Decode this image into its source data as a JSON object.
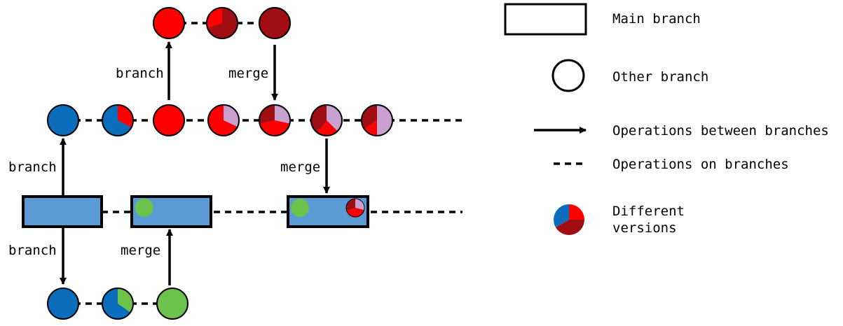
{
  "colors": {
    "main_blue": "#5b9bd5",
    "branch_blue": "#0a6ebd",
    "red": "#ff0000",
    "dark_red": "#a00d12",
    "pink": "#c9a0d0",
    "green": "#6cc24a"
  },
  "labels": {
    "branch_a": "branch",
    "merge_a": "merge",
    "branch_b": "branch",
    "merge_b": "merge",
    "branch_c": "branch",
    "merge_c": "merge"
  },
  "legend": {
    "main_branch": "Main branch",
    "other_branch": "Other branch",
    "ops_between": "Operations between branches",
    "ops_on": "Operations on branches",
    "versions_line1": "Different",
    "versions_line2": "versions"
  }
}
